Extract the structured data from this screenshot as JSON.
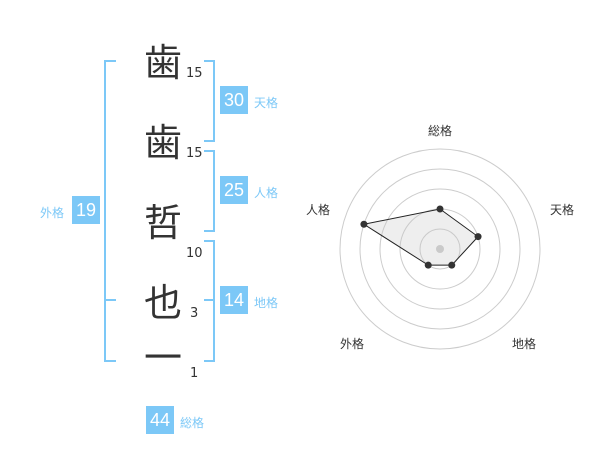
{
  "name": {
    "chars": [
      {
        "char": "歯",
        "strokes": "15"
      },
      {
        "char": "歯",
        "strokes": "15"
      },
      {
        "char": "哲",
        "strokes": "10"
      },
      {
        "char": "也",
        "strokes": "3"
      },
      {
        "char": "一",
        "strokes": "1"
      }
    ]
  },
  "kaku": {
    "tenkaku": {
      "value": "30",
      "label": "天格"
    },
    "jinkaku": {
      "value": "25",
      "label": "人格"
    },
    "chikaku": {
      "value": "14",
      "label": "地格"
    },
    "gaikaku": {
      "value": "19",
      "label": "外格"
    },
    "soukaku": {
      "value": "44",
      "label": "総格"
    }
  },
  "chart_data": {
    "type": "radar",
    "axes": [
      "総格",
      "天格",
      "地格",
      "外格",
      "人格"
    ],
    "values": [
      2,
      2,
      1,
      1,
      4
    ],
    "range": [
      0,
      5
    ],
    "rings": 5
  },
  "colors": {
    "accent": "#7cc8f7"
  }
}
